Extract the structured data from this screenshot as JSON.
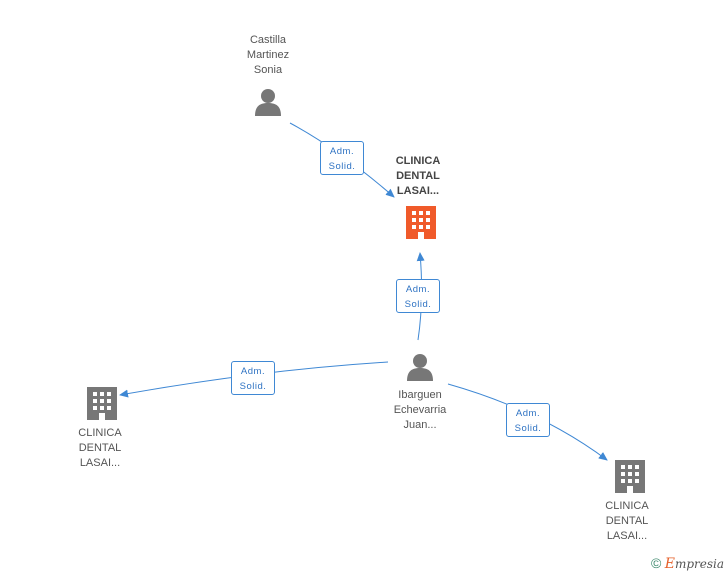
{
  "colors": {
    "edge": "#3f88d4",
    "person": "#777777",
    "company": "#777777",
    "company_main": "#f05a2a"
  },
  "nodes": {
    "castilla": {
      "type": "person",
      "lines": [
        "Castilla",
        "Martinez",
        "Sonia"
      ]
    },
    "ibarguen": {
      "type": "person",
      "lines": [
        "Ibarguen",
        "Echevarria",
        "Juan..."
      ]
    },
    "main_company": {
      "type": "company",
      "lines": [
        "CLINICA",
        "DENTAL",
        "LASAI..."
      ]
    },
    "company_left": {
      "type": "company",
      "lines": [
        "CLINICA",
        "DENTAL",
        "LASAI..."
      ]
    },
    "company_right": {
      "type": "company",
      "lines": [
        "CLINICA",
        "DENTAL",
        "LASAI..."
      ]
    }
  },
  "edges": [
    {
      "from": "castilla",
      "to": "main_company",
      "lines": [
        "Adm.",
        "Solid."
      ]
    },
    {
      "from": "ibarguen",
      "to": "main_company",
      "lines": [
        "Adm.",
        "Solid."
      ]
    },
    {
      "from": "ibarguen",
      "to": "company_left",
      "lines": [
        "Adm.",
        "Solid."
      ]
    },
    {
      "from": "ibarguen",
      "to": "company_right",
      "lines": [
        "Adm.",
        "Solid."
      ]
    }
  ],
  "brand": {
    "copyright": "©",
    "e_letter": "E",
    "rest": "mpresia"
  }
}
